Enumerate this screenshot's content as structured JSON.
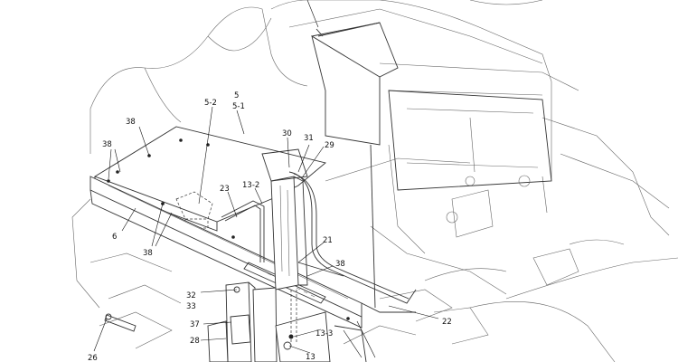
{
  "callouts": [
    {
      "id": "c-38-top",
      "text": "38"
    },
    {
      "id": "c-38-left",
      "text": "38"
    },
    {
      "id": "c-5-2",
      "text": "5-2"
    },
    {
      "id": "c-5",
      "text": "5"
    },
    {
      "id": "c-5-1",
      "text": "5-1"
    },
    {
      "id": "c-30",
      "text": "30"
    },
    {
      "id": "c-31",
      "text": "31"
    },
    {
      "id": "c-29",
      "text": "29"
    },
    {
      "id": "c-23",
      "text": "23"
    },
    {
      "id": "c-13-2",
      "text": "13-2"
    },
    {
      "id": "c-6",
      "text": "6"
    },
    {
      "id": "c-38-mid",
      "text": "38"
    },
    {
      "id": "c-21",
      "text": "21"
    },
    {
      "id": "c-38-right",
      "text": "38"
    },
    {
      "id": "c-32",
      "text": "32"
    },
    {
      "id": "c-33",
      "text": "33"
    },
    {
      "id": "c-22",
      "text": "22"
    },
    {
      "id": "c-37",
      "text": "37"
    },
    {
      "id": "c-28",
      "text": "28"
    },
    {
      "id": "c-13-3",
      "text": "13-3"
    },
    {
      "id": "c-26",
      "text": "26"
    },
    {
      "id": "c-13",
      "text": "13"
    }
  ]
}
